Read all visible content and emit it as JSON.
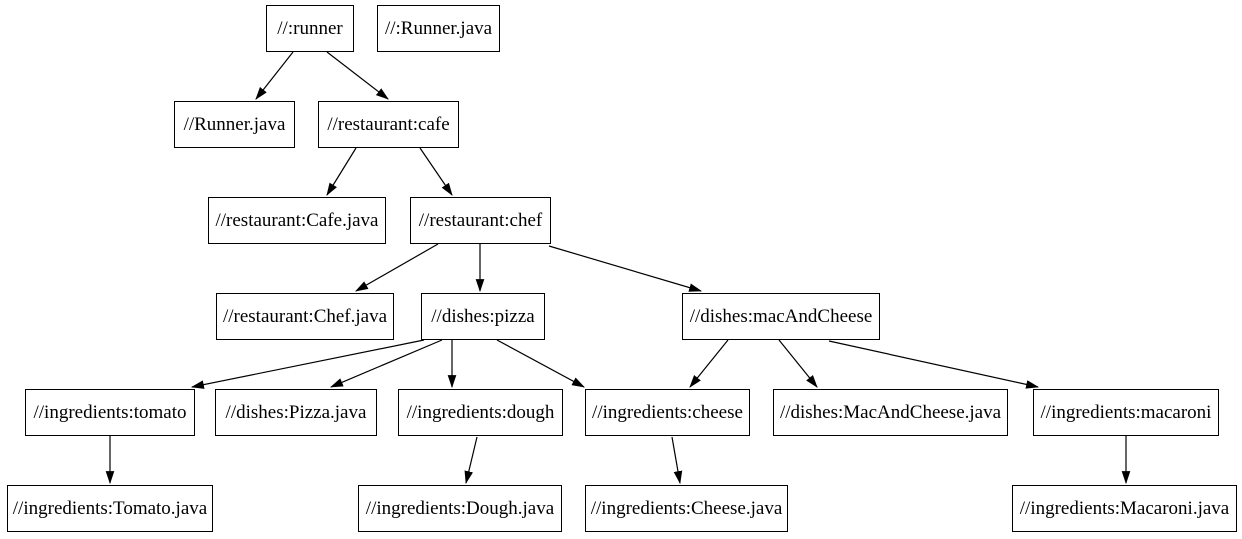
{
  "diagram": {
    "type": "dependency-graph",
    "nodes": [
      {
        "id": "runner",
        "label": "//:runner"
      },
      {
        "id": "runner-java-top",
        "label": "//:Runner.java"
      },
      {
        "id": "runner-java",
        "label": "//Runner.java"
      },
      {
        "id": "cafe",
        "label": "//restaurant:cafe"
      },
      {
        "id": "cafe-java",
        "label": "//restaurant:Cafe.java"
      },
      {
        "id": "chef",
        "label": "//restaurant:chef"
      },
      {
        "id": "chef-java",
        "label": "//restaurant:Chef.java"
      },
      {
        "id": "pizza",
        "label": "//dishes:pizza"
      },
      {
        "id": "mac-and-cheese",
        "label": "//dishes:macAndCheese"
      },
      {
        "id": "tomato",
        "label": "//ingredients:tomato"
      },
      {
        "id": "pizza-java",
        "label": "//dishes:Pizza.java"
      },
      {
        "id": "dough",
        "label": "//ingredients:dough"
      },
      {
        "id": "cheese",
        "label": "//ingredients:cheese"
      },
      {
        "id": "mac-and-cheese-java",
        "label": "//dishes:MacAndCheese.java"
      },
      {
        "id": "macaroni",
        "label": "//ingredients:macaroni"
      },
      {
        "id": "tomato-java",
        "label": "//ingredients:Tomato.java"
      },
      {
        "id": "dough-java",
        "label": "//ingredients:Dough.java"
      },
      {
        "id": "cheese-java",
        "label": "//ingredients:Cheese.java"
      },
      {
        "id": "macaroni-java",
        "label": "//ingredients:Macaroni.java"
      }
    ],
    "edges": [
      {
        "from": "//:runner",
        "to": "//Runner.java"
      },
      {
        "from": "//:runner",
        "to": "//restaurant:cafe"
      },
      {
        "from": "//restaurant:cafe",
        "to": "//restaurant:Cafe.java"
      },
      {
        "from": "//restaurant:cafe",
        "to": "//restaurant:chef"
      },
      {
        "from": "//restaurant:chef",
        "to": "//restaurant:Chef.java"
      },
      {
        "from": "//restaurant:chef",
        "to": "//dishes:pizza"
      },
      {
        "from": "//restaurant:chef",
        "to": "//dishes:macAndCheese"
      },
      {
        "from": "//dishes:pizza",
        "to": "//ingredients:tomato"
      },
      {
        "from": "//dishes:pizza",
        "to": "//dishes:Pizza.java"
      },
      {
        "from": "//dishes:pizza",
        "to": "//ingredients:dough"
      },
      {
        "from": "//dishes:pizza",
        "to": "//ingredients:cheese"
      },
      {
        "from": "//dishes:macAndCheese",
        "to": "//ingredients:cheese"
      },
      {
        "from": "//dishes:macAndCheese",
        "to": "//dishes:MacAndCheese.java"
      },
      {
        "from": "//dishes:macAndCheese",
        "to": "//ingredients:macaroni"
      },
      {
        "from": "//ingredients:tomato",
        "to": "//ingredients:Tomato.java"
      },
      {
        "from": "//ingredients:dough",
        "to": "//ingredients:Dough.java"
      },
      {
        "from": "//ingredients:cheese",
        "to": "//ingredients:Cheese.java"
      },
      {
        "from": "//ingredients:macaroni",
        "to": "//ingredients:Macaroni.java"
      }
    ],
    "colors": {
      "background": "#ffffff",
      "node_fill": "#ffffff",
      "node_border": "#000000",
      "edge": "#000000",
      "text": "#000000"
    }
  }
}
